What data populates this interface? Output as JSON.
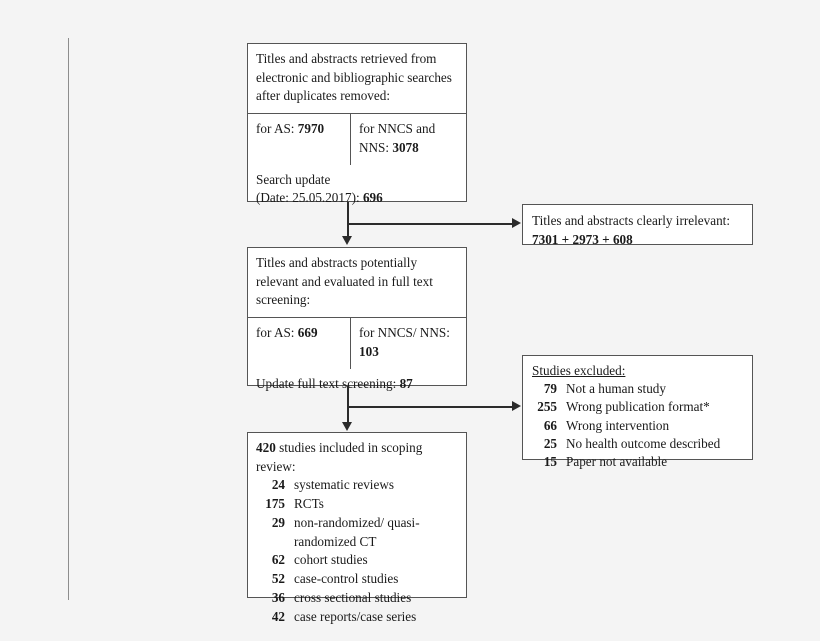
{
  "diagram": {
    "title": "Study selection flow diagram",
    "background_color": "#f4f4f4",
    "box_border_color": "#555555",
    "connector_color": "#2b2b2b"
  },
  "identification": {
    "heading": "Titles and abstracts retrieved from electronic and bibliographic searches after duplicates removed:",
    "as_label": "for AS:",
    "as_value": "7970",
    "nncs_label": "for NNCS and NNS:",
    "nncs_value": "3078",
    "update_label": "Search update (Date: 25.05.2017):",
    "update_line1": "Search update",
    "update_line2_label": "(Date: 25.05.2017):",
    "update_value": "696"
  },
  "irrelevant": {
    "label": "Titles and abstracts clearly irrelevant:",
    "value": "7301 + 2973 + 608"
  },
  "screening": {
    "heading": "Titles and abstracts potentially relevant and evaluated in full text screening:",
    "as_label": "for AS:",
    "as_value": "669",
    "nncs_label": "for NNCS/ NNS:",
    "nncs_value": "103",
    "update_label": "Update full text screening:",
    "update_value": "87"
  },
  "excluded": {
    "heading": "Studies excluded:",
    "items": [
      {
        "count": "79",
        "reason": "Not a human study"
      },
      {
        "count": "255",
        "reason": "Wrong publication format*"
      },
      {
        "count": "66",
        "reason": "Wrong intervention"
      },
      {
        "count": "25",
        "reason": "No health outcome described"
      },
      {
        "count": "15",
        "reason": "Paper not available"
      }
    ]
  },
  "included": {
    "total": "420",
    "heading_rest": "studies included in scoping review:",
    "items": [
      {
        "count": "24",
        "reason": "systematic reviews"
      },
      {
        "count": "175",
        "reason": "RCTs"
      },
      {
        "count": "29",
        "reason": "non-randomized/ quasi-randomized CT"
      },
      {
        "count": "62",
        "reason": "cohort studies"
      },
      {
        "count": "52",
        "reason": "case-control studies"
      },
      {
        "count": "36",
        "reason": "cross sectional studies"
      },
      {
        "count": "42",
        "reason": "case reports/case series"
      }
    ]
  }
}
